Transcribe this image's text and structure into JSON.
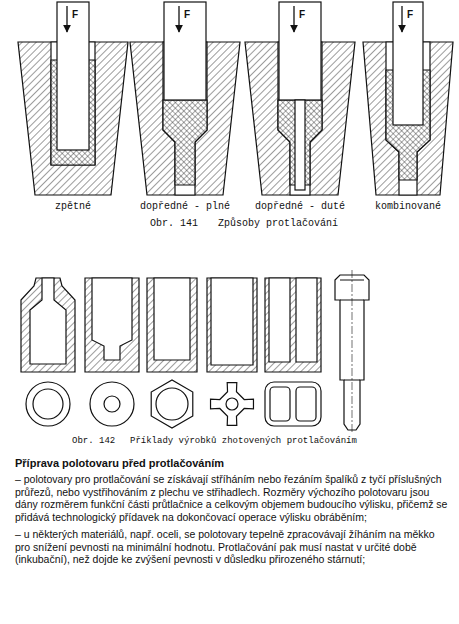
{
  "diagram": {
    "title": "Příprava polotovaru před protlačováním",
    "labels": [
      "F",
      "F",
      "F",
      "F",
      "zpětné",
      "dopředné - plné",
      "dopředné - duté",
      "kombinované",
      "Obr. 141",
      "Způsoby protlačování",
      "Obr. 142",
      "Příklady výrobků zhotovených protlačováním",
      "– polotovary pro protlačování se získávají stříháním nebo řezáním špalíků z tyčí příslušných průřezů, nebo vystřihováním z plechu ve střihadlech. Rozměry výchozího polotovaru jsou dány rozměrem funkční části průtlačnice a celkovým objemem budoucího výlisku, přičemž se přidává technologický přídavek na dokončovací operace výlisku obráběním;",
      "– u některých materiálů, např. oceli, se polotovary tepelně zpracovávají žíháním na měkko pro snížení pevnosti na minimální hodnotu. Protlačování pak musí nastat v určité době (inkubační), než dojde ke zvýšení pevnosti v důsledku přirozeného stárnutí;"
    ]
  }
}
